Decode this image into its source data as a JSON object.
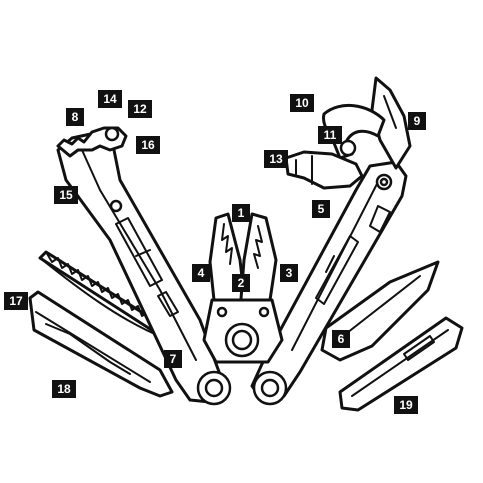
{
  "callouts": [
    {
      "id": "badge-1",
      "label": "1"
    },
    {
      "id": "badge-2",
      "label": "2"
    },
    {
      "id": "badge-3",
      "label": "3"
    },
    {
      "id": "badge-4",
      "label": "4"
    },
    {
      "id": "badge-5",
      "label": "5"
    },
    {
      "id": "badge-6",
      "label": "6"
    },
    {
      "id": "badge-7",
      "label": "7"
    },
    {
      "id": "badge-8",
      "label": "8"
    },
    {
      "id": "badge-9",
      "label": "9"
    },
    {
      "id": "badge-10",
      "label": "10"
    },
    {
      "id": "badge-11",
      "label": "11"
    },
    {
      "id": "badge-12",
      "label": "12"
    },
    {
      "id": "badge-13",
      "label": "13"
    },
    {
      "id": "badge-14",
      "label": "14"
    },
    {
      "id": "badge-15",
      "label": "15"
    },
    {
      "id": "badge-16",
      "label": "16"
    },
    {
      "id": "badge-17",
      "label": "17"
    },
    {
      "id": "badge-18",
      "label": "18"
    },
    {
      "id": "badge-19",
      "label": "19"
    }
  ],
  "colors": {
    "ink": "#111111",
    "background": "#ffffff",
    "badge_text": "#ffffff"
  }
}
